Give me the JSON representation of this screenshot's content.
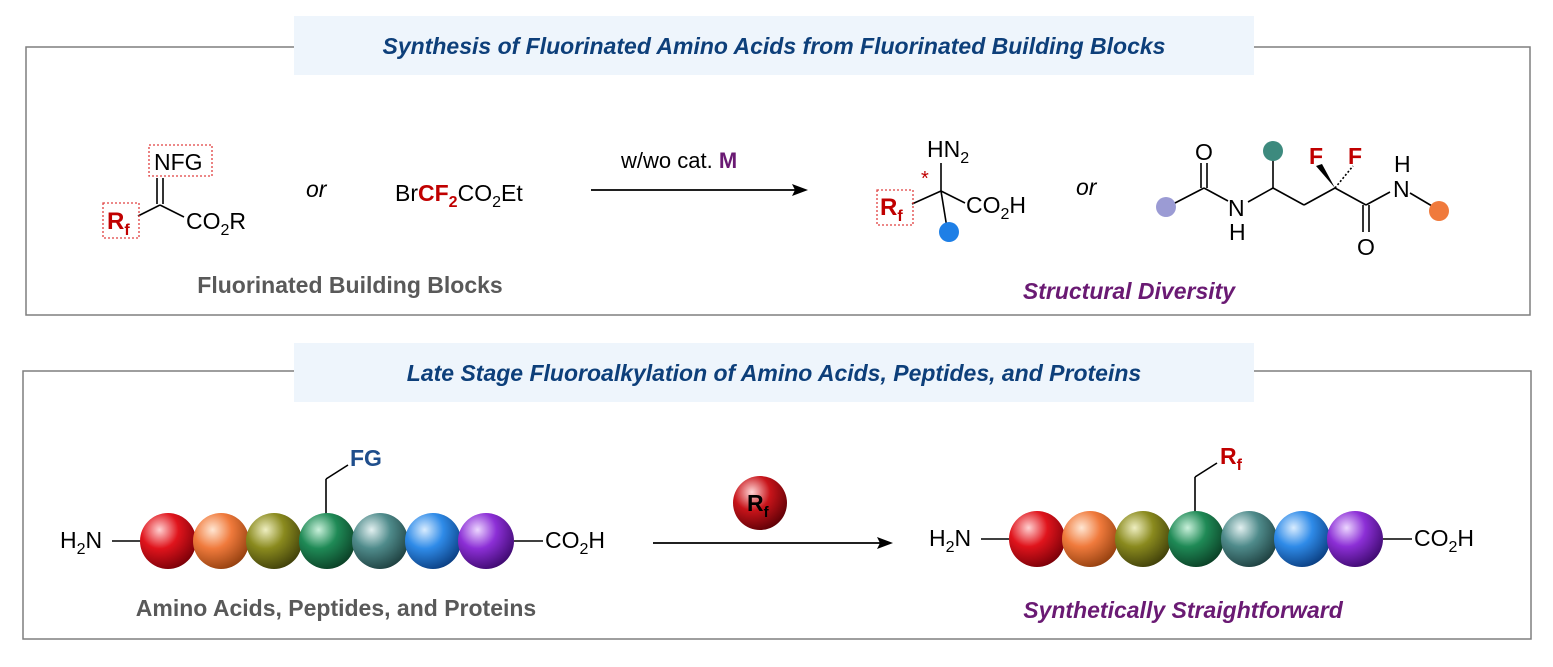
{
  "colors": {
    "frame": "#7f7f7f",
    "banner_bg": "#eef5fc",
    "banner_text": "#0d3f7a",
    "fluorine_red": "#c00000",
    "metal_purple": "#6a1a73",
    "caption_gray": "#595959",
    "caption_purple": "#6a1a73",
    "fg_blue": "#1f4e8c"
  },
  "panel1": {
    "title": "Synthesis of Fluorinated Amino Acids from Fluorinated Building Blocks",
    "reagent1": {
      "nfg": "NFG",
      "rf": "R",
      "rf_sub": "f",
      "ester": "CO",
      "ester_sub": "2",
      "ester_r": "R"
    },
    "or1": "or",
    "reagent2": {
      "br": "Br",
      "cf": "CF",
      "cf_sub": "2",
      "co": "CO",
      "co_sub": "2",
      "et": "Et"
    },
    "arrow_text": "w/wo cat. ",
    "arrow_metal": "M",
    "product1": {
      "hn": "HN",
      "hn_sub": "2",
      "star": "*",
      "rf": "R",
      "rf_sub": "f",
      "acid": "CO",
      "acid_sub": "2",
      "acid_h": "H"
    },
    "or2": "or",
    "product2": {
      "o1": "O",
      "n1": "N",
      "h1": "H",
      "f1": "F",
      "f2": "F",
      "h2": "H",
      "n2": "N",
      "o2": "O"
    },
    "caption_left": "Fluorinated Building Blocks",
    "caption_right": "Structural Diversity"
  },
  "panel2": {
    "title": "Late Stage Fluoroalkylation of Amino Acids, Peptides, and Proteins",
    "left_chain": {
      "h": "H",
      "h_sub": "2",
      "n": "N",
      "fg": "FG",
      "acid": "CO",
      "acid_sub": "2",
      "acid_h": "H"
    },
    "reagent": {
      "rf": "R",
      "rf_sub": "f"
    },
    "right_chain": {
      "h": "H",
      "h_sub": "2",
      "n": "N",
      "rf": "R",
      "rf_sub": "f",
      "acid": "CO",
      "acid_sub": "2",
      "acid_h": "H"
    },
    "caption_left": "Amino Acids, Peptides, and Proteins",
    "caption_right": "Synthetically Straightforward"
  },
  "bead_colors": [
    "#e0141c",
    "#f07a3c",
    "#8a8a1e",
    "#1f8a56",
    "#4f8b8b",
    "#2f8be8",
    "#8c2fd6"
  ]
}
